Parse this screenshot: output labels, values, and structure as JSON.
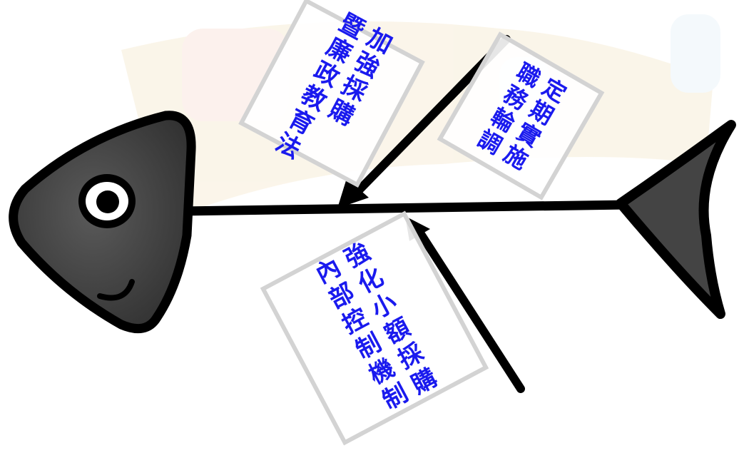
{
  "diagram": {
    "causes": [
      {
        "id": "upper-left",
        "text": "加強採購\n暨廉政教育法"
      },
      {
        "id": "upper-right",
        "text": "定期實施\n職務輪調"
      },
      {
        "id": "lower",
        "text": "強化小額採購\n內部控制機制"
      }
    ],
    "colors": {
      "cause_text": "#1a1aee",
      "card_border": "#d3d3d3",
      "fish_fill": "#3c3c3c",
      "fish_outline": "#000000"
    }
  }
}
